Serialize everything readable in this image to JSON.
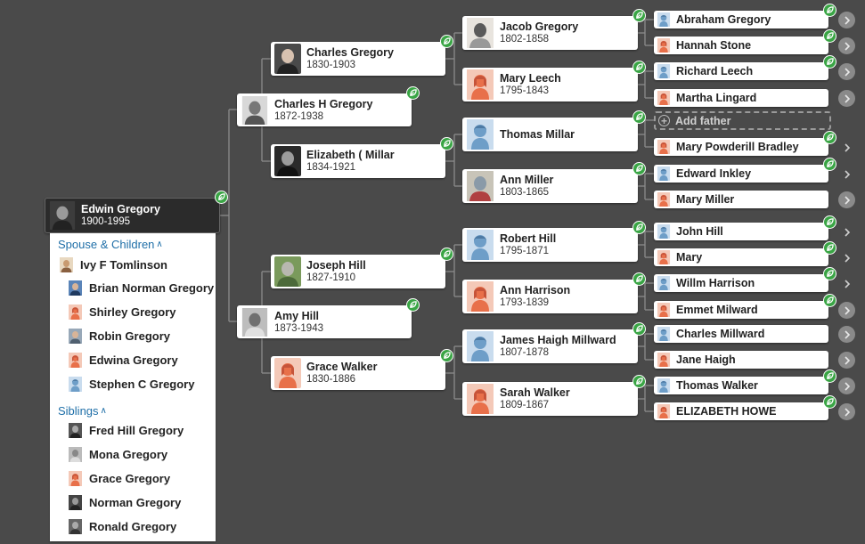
{
  "colors": {
    "background": "#4a4a4a",
    "leaf": "#3aa545",
    "link": "#1f6fa8",
    "female": "#e8704a",
    "male": "#6e9ec8"
  },
  "root": {
    "name": "Edwin Gregory",
    "dates": "1900-1995",
    "photo": "photo-old-man",
    "hint": true
  },
  "gen1": [
    {
      "name": "Charles H Gregory",
      "dates": "1872-1938",
      "photo": "photo-group",
      "hint": true
    },
    {
      "name": "Amy Hill",
      "dates": "1873-1943",
      "photo": "photo-old-woman",
      "hint": true
    }
  ],
  "gen2": [
    {
      "name": "Charles Gregory",
      "dates": "1830-1903",
      "photo": "photo-bald-man",
      "hint": true
    },
    {
      "name": "Elizabeth ( Millar",
      "dates": "1834-1921",
      "photo": "photo-old-portrait",
      "hint": true
    },
    {
      "name": "Joseph Hill",
      "dates": "1827-1910",
      "photo": "photo-gravestone",
      "hint": true
    },
    {
      "name": "Grace Walker",
      "dates": "1830-1886",
      "photo": "female",
      "hint": true
    }
  ],
  "gen3": [
    {
      "name": "Jacob Gregory",
      "dates": "1802-1858",
      "photo": "photo-vintage-man",
      "hint": true
    },
    {
      "name": "Mary Leech",
      "dates": "1795-1843",
      "photo": "female",
      "hint": true
    },
    {
      "name": "Thomas Millar",
      "dates": "",
      "photo": "male",
      "hint": true
    },
    {
      "name": "Ann Miller",
      "dates": "1803-1865",
      "photo": "photo-document",
      "hint": true
    },
    {
      "name": "Robert Hill",
      "dates": "1795-1871",
      "photo": "male",
      "hint": true
    },
    {
      "name": "Ann Harrison",
      "dates": "1793-1839",
      "photo": "female",
      "hint": true
    },
    {
      "name": "James Haigh Millward",
      "dates": "1807-1878",
      "photo": "male",
      "hint": true
    },
    {
      "name": "Sarah Walker",
      "dates": "1809-1867",
      "photo": "female",
      "hint": true
    }
  ],
  "gen4": [
    {
      "name": "Abraham Gregory",
      "photo": "male",
      "hint": true,
      "arrow": "dark"
    },
    {
      "name": "Hannah Stone",
      "photo": "female",
      "hint": true,
      "arrow": "dark"
    },
    {
      "name": "Richard Leech",
      "photo": "male",
      "hint": true,
      "arrow": "dark"
    },
    {
      "name": "Martha Lingard",
      "photo": "female",
      "hint": false,
      "arrow": "dark"
    },
    {
      "add": true,
      "label": "Add father"
    },
    {
      "name": "Mary Powderill Bradley",
      "photo": "female",
      "hint": true,
      "arrow": "plain"
    },
    {
      "name": "Edward Inkley",
      "photo": "male",
      "hint": true,
      "arrow": "plain"
    },
    {
      "name": "Mary Miller",
      "photo": "female",
      "hint": false,
      "arrow": "dark"
    },
    {
      "name": "John Hill",
      "photo": "male",
      "hint": true,
      "arrow": "plain"
    },
    {
      "name": "Mary",
      "photo": "female",
      "hint": true,
      "arrow": "plain"
    },
    {
      "name": "Willm Harrison",
      "photo": "male",
      "hint": true,
      "arrow": "plain"
    },
    {
      "name": "Emmet Milward",
      "photo": "female",
      "hint": true,
      "arrow": "dark"
    },
    {
      "name": "Charles Millward",
      "photo": "male",
      "hint": false,
      "arrow": "dark"
    },
    {
      "name": "Jane Haigh",
      "photo": "female",
      "hint": false,
      "arrow": "dark"
    },
    {
      "name": "Thomas Walker",
      "photo": "male",
      "hint": true,
      "arrow": "dark"
    },
    {
      "name": "ELIZABETH HOWE",
      "photo": "female",
      "hint": true,
      "arrow": "dark"
    }
  ],
  "family": {
    "spouse_children_label": "Spouse & Children",
    "spouse": {
      "name": "Ivy F Tomlinson",
      "photo": "photo-woman-color"
    },
    "children": [
      {
        "name": "Brian Norman Gregory",
        "photo": "photo-man-blue"
      },
      {
        "name": "Shirley Gregory",
        "photo": "female"
      },
      {
        "name": "Robin Gregory",
        "photo": "photo-man-color"
      },
      {
        "name": "Edwina Gregory",
        "photo": "female"
      },
      {
        "name": "Stephen C Gregory",
        "photo": "male"
      }
    ],
    "siblings_label": "Siblings",
    "siblings": [
      {
        "name": "Fred Hill Gregory",
        "photo": "photo-bw-man"
      },
      {
        "name": "Mona Gregory",
        "photo": "photo-bw-woman"
      },
      {
        "name": "Grace Gregory",
        "photo": "female"
      },
      {
        "name": "Norman Gregory",
        "photo": "photo-bw-man2"
      },
      {
        "name": "Ronald Gregory",
        "photo": "photo-bw-man3"
      }
    ]
  }
}
